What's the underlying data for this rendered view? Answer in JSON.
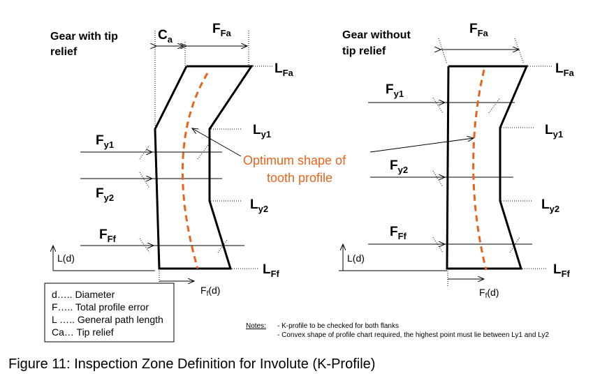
{
  "left_panel": {
    "title_line1": "Gear with tip",
    "title_line2": "relief",
    "Ca": {
      "main": "C",
      "sub": "a"
    },
    "FFa": {
      "main": "F",
      "sub": "Fa"
    },
    "LFa": {
      "main": "L",
      "sub": "Fa"
    },
    "Ly1": {
      "main": "L",
      "sub": "y1"
    },
    "Fy1": {
      "main": "F",
      "sub": "y1"
    },
    "Fy2": {
      "main": "F",
      "sub": "y2"
    },
    "Ly2": {
      "main": "L",
      "sub": "y2"
    },
    "FFf": {
      "main": "F",
      "sub": "Ff"
    },
    "LFf": {
      "main": "L",
      "sub": "Ff"
    },
    "Ld": "L(d)",
    "Ffd": {
      "main": "F",
      "sub": "f",
      "tail": "(d)"
    }
  },
  "right_panel": {
    "title_line1": "Gear without",
    "title_line2": "tip relief",
    "FFa": {
      "main": "F",
      "sub": "Fa"
    },
    "LFa": {
      "main": "L",
      "sub": "Fa"
    },
    "Fy1": {
      "main": "F",
      "sub": "y1"
    },
    "Ly1": {
      "main": "L",
      "sub": "y1"
    },
    "Fy2": {
      "main": "F",
      "sub": "y2"
    },
    "Ly2": {
      "main": "L",
      "sub": "y2"
    },
    "FFf": {
      "main": "F",
      "sub": "Ff"
    },
    "LFf": {
      "main": "L",
      "sub": "Ff"
    },
    "Ld": "L(d)",
    "Ffd": {
      "main": "F",
      "sub": "f",
      "tail": "(d)"
    }
  },
  "optimum": {
    "line1": "Optimum shape of",
    "line2": "tooth profile"
  },
  "legend": [
    "d….. Diameter",
    "F….. Total profile error",
    "L ….. General path length",
    "Ca… Tip relief"
  ],
  "notes": {
    "label": "Notes:",
    "line1": "- K-profile to be checked for both flanks",
    "line2": "- Convex shape of profile chart required, the highest point must lie between Ly1 and Ly2"
  },
  "caption": "Figure 11: Inspection Zone Definition for Involute (K-Profile)",
  "colors": {
    "profile_line": "#000000",
    "optimum_curve": "#e8641e"
  }
}
